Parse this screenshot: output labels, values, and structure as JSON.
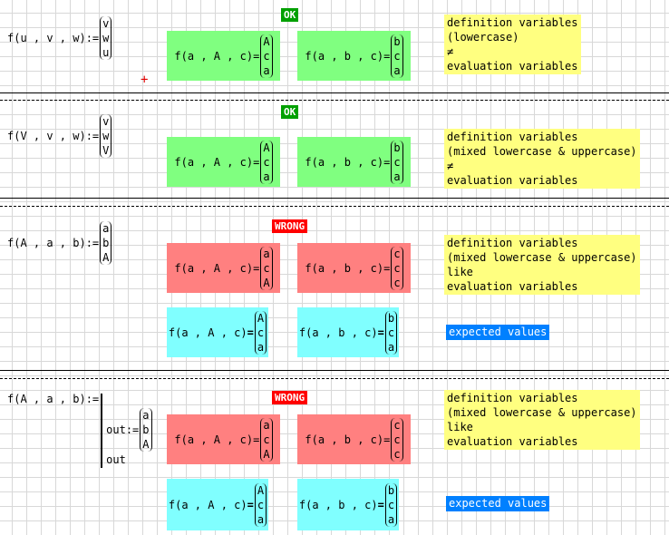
{
  "blocks": [
    {
      "def_lhs": "f(u , v , w):=",
      "def_vec": [
        "v",
        "w",
        "u"
      ],
      "badge": "OK",
      "eval1_lhs": "f(a , A , c)=",
      "eval1_vec": [
        "A",
        "c",
        "a"
      ],
      "eval2_lhs": "f(a , b , c)=",
      "eval2_vec": [
        "b",
        "c",
        "a"
      ],
      "note": [
        "definition variables",
        "(lowercase)",
        "≠",
        "evaluation variables"
      ]
    },
    {
      "def_lhs": "f(V , v , w):=",
      "def_vec": [
        "v",
        "w",
        "V"
      ],
      "badge": "OK",
      "eval1_lhs": "f(a , A , c)=",
      "eval1_vec": [
        "A",
        "c",
        "a"
      ],
      "eval2_lhs": "f(a , b , c)=",
      "eval2_vec": [
        "b",
        "c",
        "a"
      ],
      "note": [
        "definition variables",
        "(mixed lowercase & uppercase)",
        "≠",
        "evaluation variables"
      ]
    },
    {
      "def_lhs": "f(A , a , b):=",
      "def_vec": [
        "a",
        "b",
        "A"
      ],
      "badge": "WRONG",
      "eval1_lhs": "f(a , A , c)=",
      "eval1_vec": [
        "a",
        "c",
        "A"
      ],
      "eval2_lhs": "f(a , b , c)=",
      "eval2_vec": [
        "c",
        "c",
        "c"
      ],
      "note": [
        "definition variables",
        "(mixed lowercase & uppercase)",
        "like",
        "evaluation variables"
      ],
      "exp1_lhs": "f(a , A , c)",
      "exp1_vec": [
        "A",
        "c",
        "a"
      ],
      "exp2_lhs": "f(a , b , c)",
      "exp2_vec": [
        "b",
        "c",
        "a"
      ],
      "expected_label": "expected values"
    },
    {
      "def_lhs": "f(A , a , b):=",
      "prog_line1": "out:=",
      "prog_vec": [
        "a",
        "b",
        "A"
      ],
      "prog_line2": "out",
      "badge": "WRONG",
      "eval1_lhs": "f(a , A , c)=",
      "eval1_vec": [
        "a",
        "c",
        "A"
      ],
      "eval2_lhs": "f(a , b , c)=",
      "eval2_vec": [
        "c",
        "c",
        "c"
      ],
      "note": [
        "definition variables",
        "(mixed lowercase & uppercase)",
        "like",
        "evaluation variables"
      ],
      "exp1_lhs": "f(a , A , c)",
      "exp1_vec": [
        "A",
        "c",
        "a"
      ],
      "exp2_lhs": "f(a , b , c)",
      "exp2_vec": [
        "b",
        "c",
        "a"
      ],
      "expected_label": "expected values"
    }
  ],
  "strict_eq": "=",
  "cursor": "+"
}
